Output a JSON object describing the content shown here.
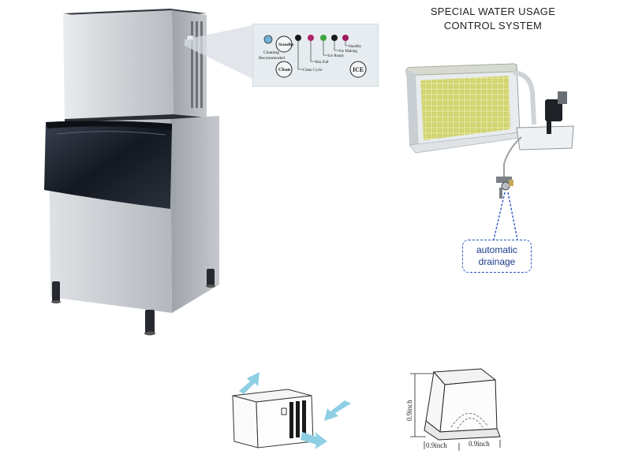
{
  "header": {
    "line1": "SPECIAL WATER USAGE",
    "line2": "CONTROL SYSTEM"
  },
  "panel": {
    "buttons": {
      "standby": "Standby",
      "clean": "Clean",
      "ice": "ICE"
    },
    "labels": {
      "cleaning": "Cleaning",
      "recommended": "Recommended",
      "clean_cycle": "Clean Cycle",
      "bin_full": "Bin Full",
      "ice_ready": "Ice Ready",
      "ice_making": "Ice Making",
      "standby": "Standby"
    },
    "indicator_colors": [
      "#6fb4d8",
      "#1a1a1a",
      "#b0236a",
      "#3ea640",
      "#1a1a1a",
      "#a01860"
    ]
  },
  "callout": {
    "line1": "automatic",
    "line2": "drainage"
  },
  "dimensions": {
    "height": "0.9inch",
    "depth": "0.9inch",
    "width": "0.9inch"
  },
  "colors": {
    "airflow_arrow": "#8ecfe3",
    "callout_border": "#2a56c6",
    "steel": "#c9ccd0"
  }
}
